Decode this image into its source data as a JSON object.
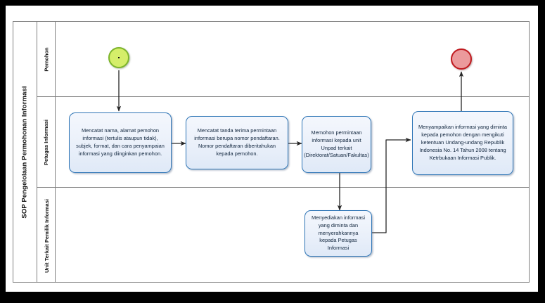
{
  "document": {
    "title": "SOP Pengelolaan Permohonan Informasi"
  },
  "lanes": [
    {
      "id": "pemohon",
      "label": "Pemohon"
    },
    {
      "id": "petugas",
      "label": "Petugas Informasi"
    },
    {
      "id": "unit",
      "label": "Unit Terkait Pemilik Informasi"
    }
  ],
  "nodes": {
    "start": {
      "type": "start-terminator",
      "lane": "pemohon",
      "label": ""
    },
    "end": {
      "type": "end-terminator",
      "lane": "pemohon",
      "label": ""
    },
    "p1": {
      "type": "process",
      "lane": "petugas",
      "text": "Mencatat nama, alamat pemohon informasi (tertulis ataupun tidak), subjek, format, dan cara penyampaian informasi yang diinginkan pemohon."
    },
    "p2": {
      "type": "process",
      "lane": "petugas",
      "text": "Mencatat tanda terima permintaan informasi berupa nomor pendaftaran. Nomor pendaftaran diberitahukan kepada pemohon."
    },
    "p3": {
      "type": "process",
      "lane": "petugas",
      "text": "Memohon permintaan informasi kepada unit Unpad terkait (Direktorat/Satuan/Fakultas)"
    },
    "p4": {
      "type": "process",
      "lane": "unit",
      "text": "Menyediakan informasi yang diminta dan menyerahkannya kepada Petugas Informasi"
    },
    "p5": {
      "type": "process",
      "lane": "petugas",
      "text": "Menyampaikan informasi yang diminta kepada pemohon dengan mengikuti ketentuan Undang-undang Republik Indonesia No. 14 Tahun  2008 tentang Ketrbukaan Informasi Publik."
    }
  },
  "edges": [
    {
      "from": "start",
      "to": "p1",
      "style": "vertical-down"
    },
    {
      "from": "p1",
      "to": "p2",
      "style": "horizontal-right"
    },
    {
      "from": "p2",
      "to": "p3",
      "style": "horizontal-right"
    },
    {
      "from": "p3",
      "to": "p4",
      "style": "vertical-down"
    },
    {
      "from": "p4",
      "to": "p5",
      "style": "elbow-right-up-right"
    },
    {
      "from": "p5",
      "to": "end",
      "style": "vertical-up"
    }
  ],
  "colors": {
    "process_border": "#2e75b6",
    "process_fill": "#eaf0fa",
    "start_fill": "#d5ee6a",
    "start_border": "#7db52b",
    "end_fill": "#eb9a9c",
    "end_border": "#c0191e",
    "lane_border": "#808080",
    "connector": "#262626",
    "page_frame": "#000000"
  }
}
